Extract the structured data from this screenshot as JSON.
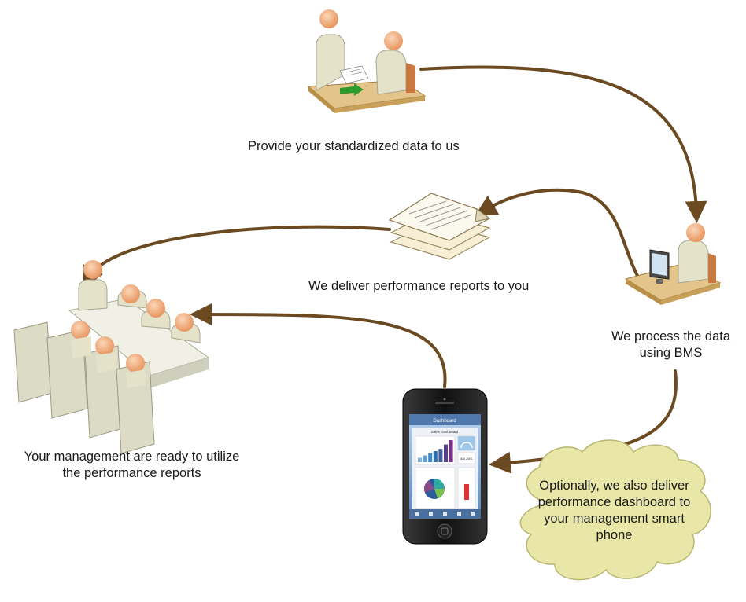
{
  "steps": {
    "provide": {
      "label": "Provide your standardized data to us"
    },
    "process": {
      "line1": "We process the data",
      "line2": "using BMS"
    },
    "deliver": {
      "label": "We deliver performance reports to you"
    },
    "management": {
      "line1": "Your management are ready to utilize",
      "line2": "the performance reports"
    }
  },
  "callout": {
    "line1": "Optionally, we also deliver",
    "line2": "performance dashboard to",
    "line3": "your management smart",
    "line4": "phone"
  },
  "phone_screen": {
    "title": "Dashboard",
    "panel_title": "Sales Dashboard",
    "value_box": "$36,250.1",
    "bar_values": [
      2,
      3,
      4,
      5,
      6,
      8,
      10
    ]
  },
  "icons": [
    "handshake-people-icon",
    "computer-worker-icon",
    "report-documents-icon",
    "meeting-table-icon",
    "smartphone-icon"
  ],
  "colors": {
    "arrow": "#6b4a22",
    "skin": "#f2b38a",
    "table": "#e3c48a",
    "cloud": "#e9e7a8",
    "chair": "#dcdcc6",
    "paper": "#f6efd6"
  }
}
